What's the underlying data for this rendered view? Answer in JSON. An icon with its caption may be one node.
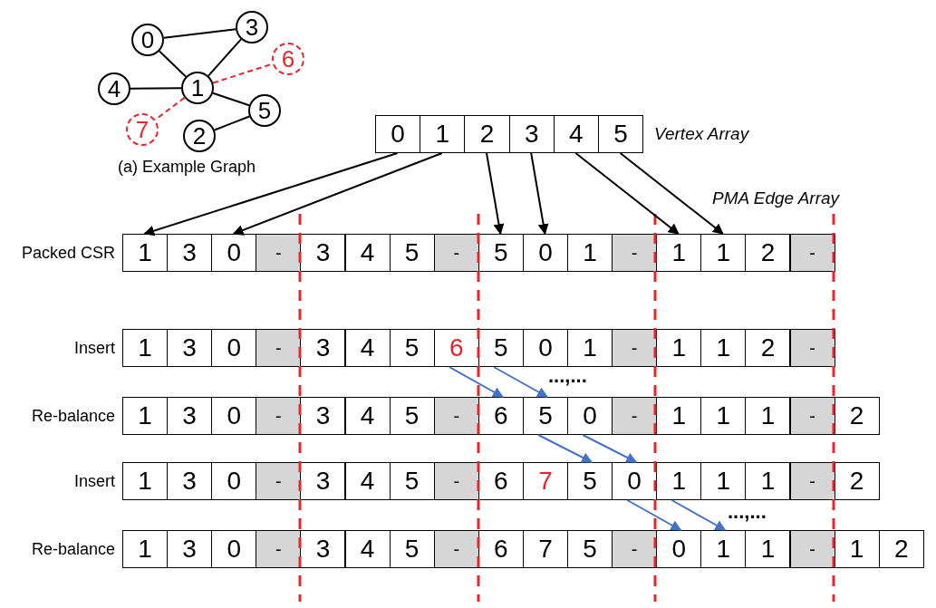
{
  "diagram": {
    "caption": "(a) Example Graph",
    "nodes": [
      {
        "text": [
          "0"
        ]
      },
      {
        "text": [
          "3"
        ]
      },
      {
        "text": [
          "6"
        ]
      },
      {
        "text": [
          "4"
        ]
      },
      {
        "text": [
          "1"
        ]
      },
      {
        "text": [
          "5"
        ]
      },
      {
        "text": [
          "7"
        ]
      },
      {
        "text": [
          "2"
        ]
      },
      {
        "text": [
          "0"
        ]
      },
      {
        "text": [
          "1"
        ]
      },
      {
        "text": [
          "2"
        ]
      },
      {
        "text": [
          "3"
        ]
      },
      {
        "text": [
          "4"
        ]
      },
      {
        "text": [
          "5"
        ]
      },
      {
        "text": [
          "1"
        ]
      },
      {
        "text": [
          "3"
        ]
      },
      {
        "text": [
          "0"
        ]
      },
      {
        "text": [
          "-"
        ]
      },
      {
        "text": [
          "3"
        ]
      },
      {
        "text": [
          "4"
        ]
      },
      {
        "text": [
          "5"
        ]
      },
      {
        "text": [
          "-"
        ]
      },
      {
        "text": [
          "5"
        ]
      },
      {
        "text": [
          "0"
        ]
      },
      {
        "text": [
          "1"
        ]
      },
      {
        "text": [
          "-"
        ]
      },
      {
        "text": [
          "1"
        ]
      },
      {
        "text": [
          "1"
        ]
      },
      {
        "text": [
          "2"
        ]
      },
      {
        "text": [
          "-"
        ]
      },
      {
        "text": [
          "1"
        ]
      },
      {
        "text": [
          "3"
        ]
      },
      {
        "text": [
          "0"
        ]
      },
      {
        "text": [
          "-"
        ]
      },
      {
        "text": [
          "3"
        ]
      },
      {
        "text": [
          "4"
        ]
      },
      {
        "text": [
          "5"
        ]
      },
      {
        "text": [
          "6"
        ]
      },
      {
        "text": [
          "5"
        ]
      },
      {
        "text": [
          "0"
        ]
      },
      {
        "text": [
          "1"
        ]
      },
      {
        "text": [
          "-"
        ]
      },
      {
        "text": [
          "1"
        ]
      },
      {
        "text": [
          "1"
        ]
      },
      {
        "text": [
          "2"
        ]
      },
      {
        "text": [
          "-"
        ]
      },
      {
        "text": [
          "1"
        ]
      },
      {
        "text": [
          "3"
        ]
      },
      {
        "text": [
          "0"
        ]
      },
      {
        "text": [
          "-"
        ]
      },
      {
        "text": [
          "3"
        ]
      },
      {
        "text": [
          "4"
        ]
      },
      {
        "text": [
          "5"
        ]
      },
      {
        "text": [
          "-"
        ]
      },
      {
        "text": [
          "6"
        ]
      },
      {
        "text": [
          "5"
        ]
      },
      {
        "text": [
          "0"
        ]
      },
      {
        "text": [
          "-"
        ]
      },
      {
        "text": [
          "1"
        ]
      },
      {
        "text": [
          "1"
        ]
      },
      {
        "text": [
          "1"
        ]
      },
      {
        "text": [
          "-"
        ]
      },
      {
        "text": [
          "2"
        ]
      },
      {
        "text": [
          "1"
        ]
      },
      {
        "text": [
          "3"
        ]
      },
      {
        "text": [
          "0"
        ]
      },
      {
        "text": [
          "-"
        ]
      },
      {
        "text": [
          "3"
        ]
      },
      {
        "text": [
          "4"
        ]
      },
      {
        "text": [
          "5"
        ]
      },
      {
        "text": [
          "-"
        ]
      },
      {
        "text": [
          "6"
        ]
      },
      {
        "text": [
          "7"
        ]
      },
      {
        "text": [
          "5"
        ]
      },
      {
        "text": [
          "0"
        ]
      },
      {
        "text": [
          "1"
        ]
      },
      {
        "text": [
          "1"
        ]
      },
      {
        "text": [
          "1"
        ]
      },
      {
        "text": [
          "-"
        ]
      },
      {
        "text": [
          "2"
        ]
      },
      {
        "text": [
          "1"
        ]
      },
      {
        "text": [
          "3"
        ]
      },
      {
        "text": [
          "0"
        ]
      },
      {
        "text": [
          "-"
        ]
      },
      {
        "text": [
          "3"
        ]
      },
      {
        "text": [
          "4"
        ]
      },
      {
        "text": [
          "5"
        ]
      },
      {
        "text": [
          "-"
        ]
      },
      {
        "text": [
          "6"
        ]
      },
      {
        "text": [
          "7"
        ]
      },
      {
        "text": [
          "5"
        ]
      },
      {
        "text": [
          "-"
        ]
      },
      {
        "text": [
          "0"
        ]
      },
      {
        "text": [
          "1"
        ]
      },
      {
        "text": [
          "1"
        ]
      },
      {
        "text": [
          "-"
        ]
      },
      {
        "text": [
          "1"
        ]
      },
      {
        "text": [
          "2"
        ]
      }
    ],
    "edges": [
      {
        "from": 0,
        "to": 1,
        "arrow": "none"
      },
      {
        "from": 0,
        "to": 4,
        "arrow": "none"
      },
      {
        "from": 1,
        "to": 4,
        "arrow": "none"
      },
      {
        "from": 4,
        "to": 2,
        "arrow": "none",
        "style": "dashed",
        "color": "#e8262a"
      },
      {
        "from": 3,
        "to": 4,
        "arrow": "none"
      },
      {
        "from": 4,
        "to": 5,
        "arrow": "none"
      },
      {
        "from": 4,
        "to": 6,
        "arrow": "none",
        "style": "dashed",
        "color": "#e8262a"
      },
      {
        "from": 5,
        "to": 7,
        "arrow": "none"
      },
      {
        "from": 8,
        "to": 14,
        "arrow": "to"
      },
      {
        "from": 9,
        "to": 16,
        "arrow": "to"
      },
      {
        "from": 10,
        "to": 22,
        "arrow": "to"
      },
      {
        "from": 11,
        "to": 23,
        "arrow": "to"
      },
      {
        "from": 12,
        "to": 26,
        "arrow": "to"
      },
      {
        "from": 13,
        "to": 27,
        "arrow": "to"
      },
      {
        "from": 37,
        "to": 54,
        "arrow": "to",
        "color": "#4472c4"
      },
      {
        "from": 38,
        "to": 55,
        "arrow": "to",
        "color": "#4472c4"
      },
      {
        "from": 55,
        "to": 73,
        "arrow": "to",
        "color": "#4472c4"
      },
      {
        "from": 56,
        "to": 74,
        "arrow": "to",
        "color": "#4472c4"
      },
      {
        "from": 74,
        "to": 92,
        "arrow": "to",
        "color": "#4472c4"
      },
      {
        "from": 75,
        "to": 93,
        "arrow": "to",
        "color": "#4472c4"
      }
    ],
    "labels": [
      "Vertex Array",
      "PMA Edge Array",
      "Packed CSR",
      "Insert",
      "...,...",
      "Re-balance",
      "Insert",
      "...,...",
      "Re-balance"
    ]
  }
}
